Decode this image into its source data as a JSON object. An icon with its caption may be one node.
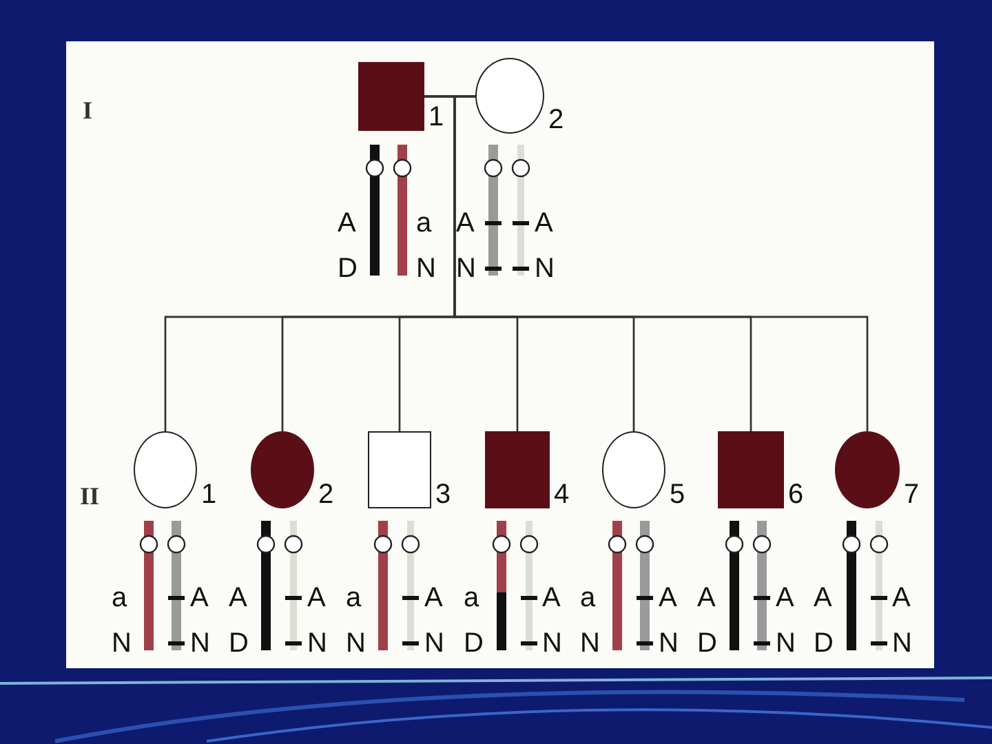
{
  "diagram": {
    "nodes": [
      {
        "text": [],
        "shape": "box",
        "beside": [
          "1",
          "A",
          "a",
          "D",
          "N"
        ]
      },
      {
        "text": [],
        "shape": "circle",
        "beside": [
          "2",
          "A",
          "A",
          "N",
          "N"
        ]
      },
      {
        "text": [],
        "shape": "circle",
        "beside": [
          "1",
          "a",
          "A",
          "N",
          "N"
        ]
      },
      {
        "text": [],
        "shape": "circle",
        "beside": [
          "2",
          "A",
          "A",
          "D",
          "N"
        ]
      },
      {
        "text": [],
        "shape": "box",
        "beside": [
          "3",
          "a",
          "A",
          "N",
          "N"
        ]
      },
      {
        "text": [],
        "shape": "box",
        "beside": [
          "4",
          "a",
          "A",
          "D",
          "N"
        ]
      },
      {
        "text": [],
        "shape": "circle",
        "beside": [
          "5",
          "a",
          "A",
          "N",
          "N"
        ]
      },
      {
        "text": [],
        "shape": "box",
        "beside": [
          "6",
          "A",
          "A",
          "D",
          "N"
        ]
      },
      {
        "text": [],
        "shape": "circle",
        "beside": [
          "7",
          "A",
          "A",
          "D",
          "N"
        ]
      }
    ],
    "edges": [
      {
        "from": 0,
        "to": 1,
        "arrow": "none"
      },
      {
        "from": 0,
        "to": 2,
        "arrow": "none"
      },
      {
        "from": 0,
        "to": 3,
        "arrow": "none"
      },
      {
        "from": 0,
        "to": 4,
        "arrow": "none"
      },
      {
        "from": 0,
        "to": 5,
        "arrow": "none"
      },
      {
        "from": 0,
        "to": 6,
        "arrow": "none"
      },
      {
        "from": 0,
        "to": 7,
        "arrow": "none"
      },
      {
        "from": 0,
        "to": 8,
        "arrow": "none"
      },
      {
        "from": 1,
        "to": 2,
        "arrow": "none"
      },
      {
        "from": 1,
        "to": 3,
        "arrow": "none"
      },
      {
        "from": 1,
        "to": 4,
        "arrow": "none"
      },
      {
        "from": 1,
        "to": 5,
        "arrow": "none"
      },
      {
        "from": 1,
        "to": 6,
        "arrow": "none"
      },
      {
        "from": 1,
        "to": 7,
        "arrow": "none"
      },
      {
        "from": 1,
        "to": 8,
        "arrow": "none"
      }
    ],
    "labels": [
      "I",
      "II"
    ]
  }
}
